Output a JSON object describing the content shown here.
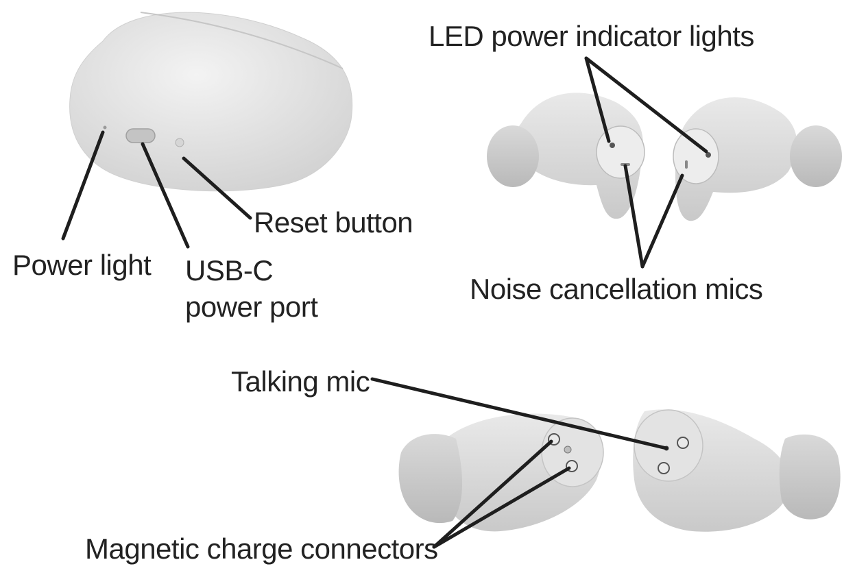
{
  "labels": {
    "power_light": "Power light",
    "usb_c_line1": "USB-C",
    "usb_c_line2": "power port",
    "reset_button": "Reset button",
    "led_indicators": "LED power indicator lights",
    "noise_mics": "Noise cancellation mics",
    "talking_mic": "Talking mic",
    "charge_connectors": "Magnetic charge connectors"
  },
  "colors": {
    "device_fill": "#e6e6e6",
    "device_shade": "#cfcfcf",
    "outline": "#1e1e1e",
    "text": "#222222"
  }
}
